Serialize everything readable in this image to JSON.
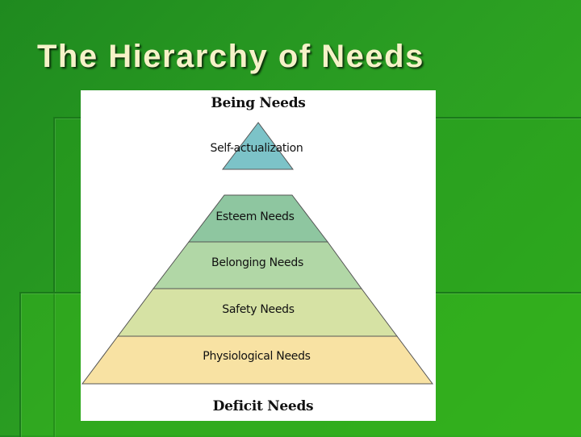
{
  "slide": {
    "title": "The Hierarchy of Needs"
  },
  "pyramid": {
    "top_caption": "Being Needs",
    "bottom_caption": "Deficit Needs",
    "tiers": [
      {
        "label": "Self-actualization",
        "color": "#7cc3c8"
      },
      {
        "label": "Esteem Needs",
        "color": "#8ec6a0"
      },
      {
        "label": "Belonging Needs",
        "color": "#b1d7a6"
      },
      {
        "label": "Safety Needs",
        "color": "#d6e2a4"
      },
      {
        "label": "Physiological Needs",
        "color": "#f8e2a3"
      }
    ]
  },
  "colors": {
    "background": "#2a9d22",
    "title_text": "#f6f2c8"
  }
}
